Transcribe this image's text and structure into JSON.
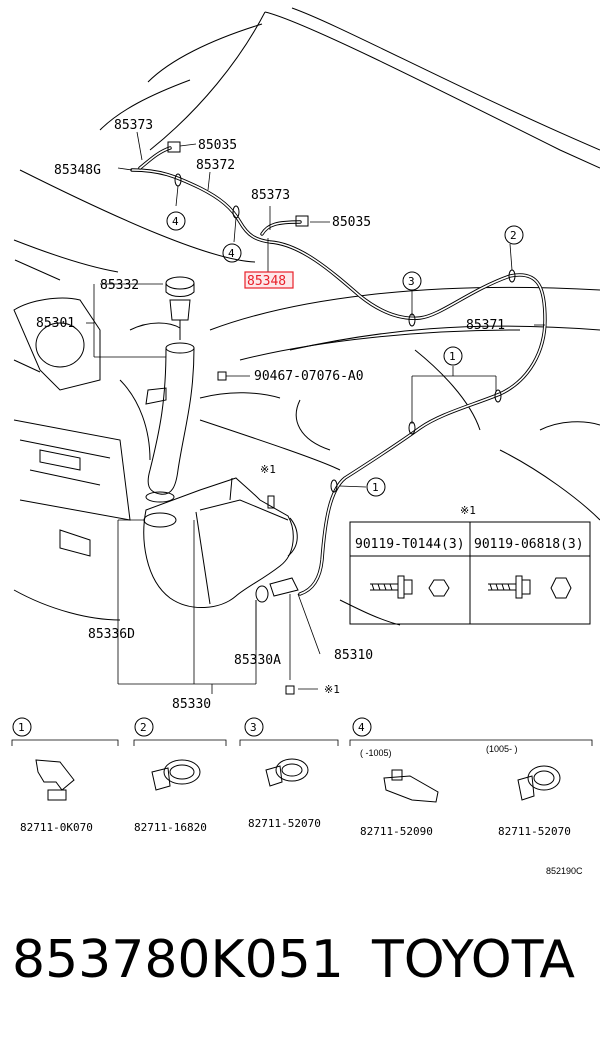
{
  "diagram": {
    "labels": {
      "p85373_top": "85373",
      "p85035_top": "85035",
      "p85348G": "85348G",
      "p85372": "85372",
      "p85373_mid": "85373",
      "p85035_mid": "85035",
      "p85348": "85348",
      "p85332": "85332",
      "p85301": "85301",
      "p85371": "85371",
      "p90467": "90467-07076-A0",
      "p85336D": "85336D",
      "p85330A": "85330A",
      "p85310": "85310",
      "p85330": "85330"
    },
    "callouts": {
      "c1": "1",
      "c2": "2",
      "c3": "3",
      "c4": "4"
    },
    "bolt_marks": {
      "mark_a": "※1",
      "mark_b": "※1",
      "mark_c": "※1"
    },
    "bolt_table": {
      "col1": "90119-T0144(3)",
      "col2": "90119-06818(3)"
    },
    "clips": {
      "g1_label": "1",
      "g1_part": "82711-0K070",
      "g2_label": "2",
      "g2_part": "82711-16820",
      "g3_label": "3",
      "g3_part": "82711-52070",
      "g4_label": "4",
      "g4_left_range": "(   -1005)",
      "g4_left_part": "82711-52090",
      "g4_right_range": "(1005-   )",
      "g4_right_part": "82711-52070"
    },
    "highlighted_part": "85348",
    "highlight_color": "#e8202a",
    "figure_code": "852190C"
  },
  "footer": {
    "part_number": "853780K051",
    "brand": "TOYOTA"
  }
}
